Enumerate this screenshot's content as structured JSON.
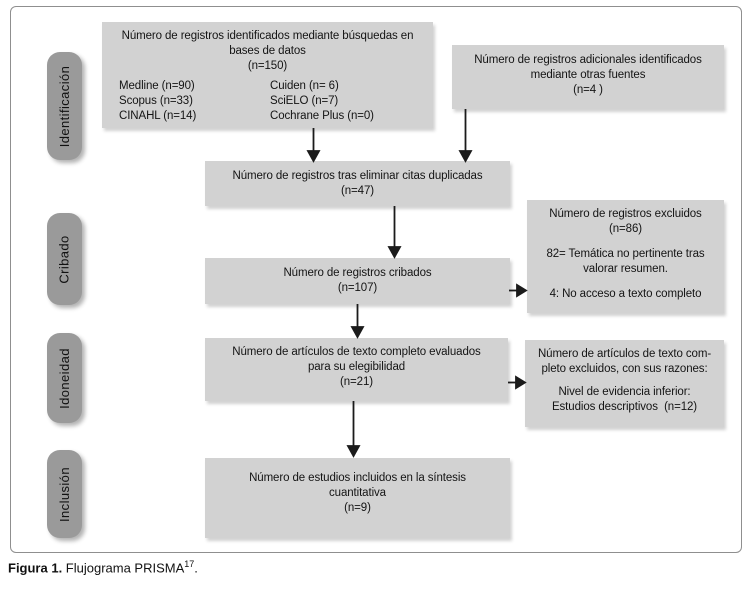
{
  "figure": {
    "caption_bold": "Figura 1.",
    "caption_rest": " Flujograma PRISMA",
    "caption_superscript": "17",
    "caption_period": "."
  },
  "stages": [
    {
      "label": "Identificación"
    },
    {
      "label": "Cribado"
    },
    {
      "label": "Idoneidad"
    },
    {
      "label": "Inclusión"
    }
  ],
  "boxes": {
    "identified_db": {
      "line1": "Número de registros identificados mediante búsquedas en",
      "line2": "bases de datos",
      "count": "(n=150)",
      "sources_left": [
        "Medline (n=90)",
        "Scopus (n=33)",
        "CINAHL (n=14)"
      ],
      "sources_right": [
        "Cuiden (n= 6)",
        "SciELO (n=7)",
        "Cochrane Plus (n=0)"
      ]
    },
    "additional": {
      "line1": "Número de registros adicionales identificados",
      "line2": "mediante otras fuentes",
      "count": "(n=4 )"
    },
    "deduplicated": {
      "line1": "Número de registros tras eliminar citas duplicadas",
      "count": "(n=47)"
    },
    "screened": {
      "line1": "Número de registros cribados",
      "count": "(n=107)"
    },
    "excluded_screening": {
      "line1": "Número de registros excluidos",
      "count": "(n=86)",
      "reason1_line1": "82= Temática no pertinente tras",
      "reason1_line2": "valorar resumen.",
      "reason2": "4: No acceso a texto completo"
    },
    "fulltext": {
      "line1": "Número de artículos de texto completo evaluados",
      "line2": "para su elegibilidad",
      "count": "(n=21)"
    },
    "excluded_fulltext": {
      "line1": "Número de artículos de texto com-",
      "line2": "pleto excluidos, con sus razones:",
      "reason_line1": "Nivel de evidencia inferior:",
      "reason_line2": "Estudios descriptivos  (n=12)"
    },
    "included": {
      "line1": "Número de estudios incluidos en la síntesis",
      "line2": "cuantitativa",
      "count": "(n=9)"
    }
  },
  "colors": {
    "box_fill": "#d2d2d2",
    "stage_pill_fill": "#9a9a9a",
    "arrow": "#1b1b1b",
    "frame_border": "#8f8f8f",
    "text": "#141414"
  }
}
